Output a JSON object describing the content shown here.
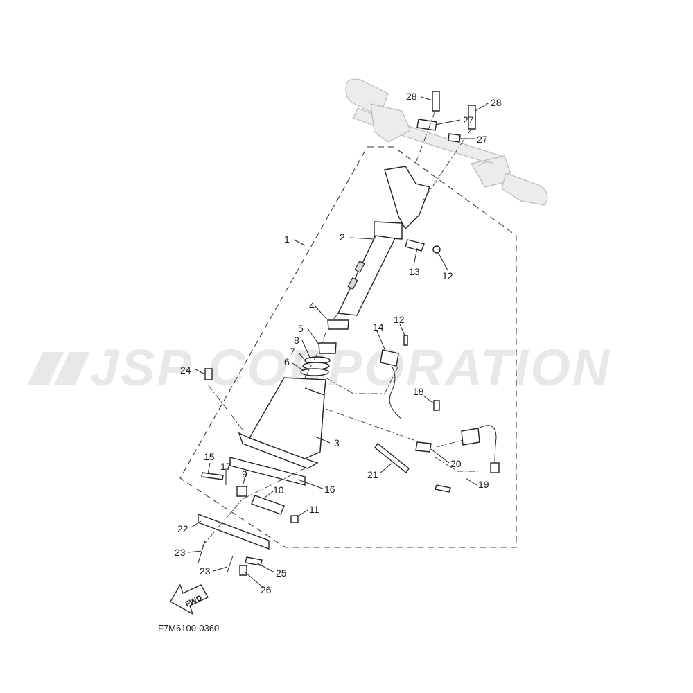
{
  "diagram": {
    "watermark": "JSP CORPORATION",
    "figure_code": "F7M6100-0360",
    "fwd_label": "FWD",
    "callouts": [
      "1",
      "2",
      "3",
      "4",
      "5",
      "6",
      "7",
      "8",
      "9",
      "10",
      "11",
      "12",
      "12",
      "13",
      "14",
      "15",
      "16",
      "17",
      "18",
      "19",
      "20",
      "21",
      "22",
      "23",
      "23",
      "24",
      "25",
      "26",
      "27",
      "27",
      "28",
      "28"
    ]
  }
}
